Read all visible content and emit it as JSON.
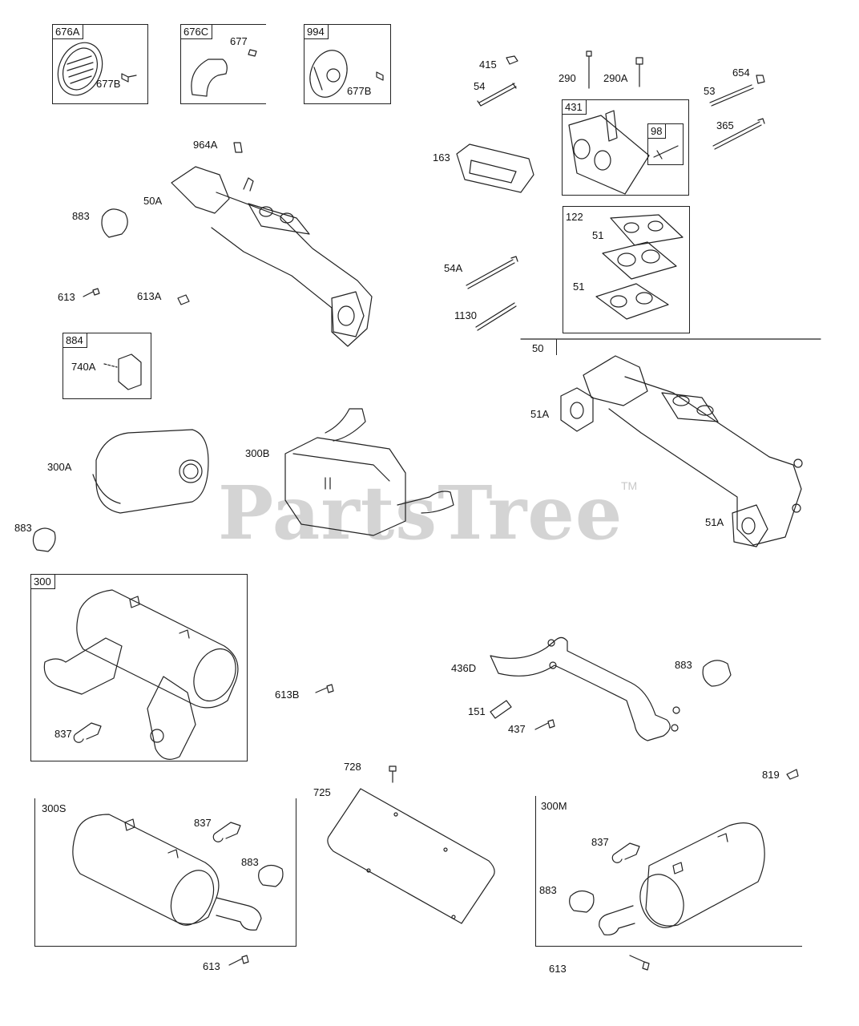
{
  "watermark": {
    "text": "PartsTree",
    "tm": "TM"
  },
  "boxes": {
    "b676A": "676A",
    "b676C": "676C",
    "b994": "994",
    "b431": "431",
    "b98": "98",
    "b122": "122",
    "b884": "884",
    "b300": "300",
    "b50": "50",
    "b300S": "300S",
    "b300M": "300M"
  },
  "labels": {
    "l677B_a": "677B",
    "l677": "677",
    "l677B_b": "677B",
    "l415": "415",
    "l54": "54",
    "l290": "290",
    "l290A": "290A",
    "l654": "654",
    "l53": "53",
    "l365": "365",
    "l163": "163",
    "l964A": "964A",
    "l50A": "50A",
    "l883_a": "883",
    "l613_a": "613",
    "l613A": "613A",
    "l54A": "54A",
    "l1130": "1130",
    "l51_a": "51",
    "l51_b": "51",
    "l740A": "740A",
    "l51A_a": "51A",
    "l51A_b": "51A",
    "l300A": "300A",
    "l300B": "300B",
    "l883_b": "883",
    "l613B": "613B",
    "l436D": "436D",
    "l883_c": "883",
    "l151": "151",
    "l437": "437",
    "l837_a": "837",
    "l728": "728",
    "l725": "725",
    "l819": "819",
    "l837_b": "837",
    "l883_d": "883",
    "l837_c": "837",
    "l883_e": "883",
    "l613_b": "613",
    "l613_c": "613"
  }
}
